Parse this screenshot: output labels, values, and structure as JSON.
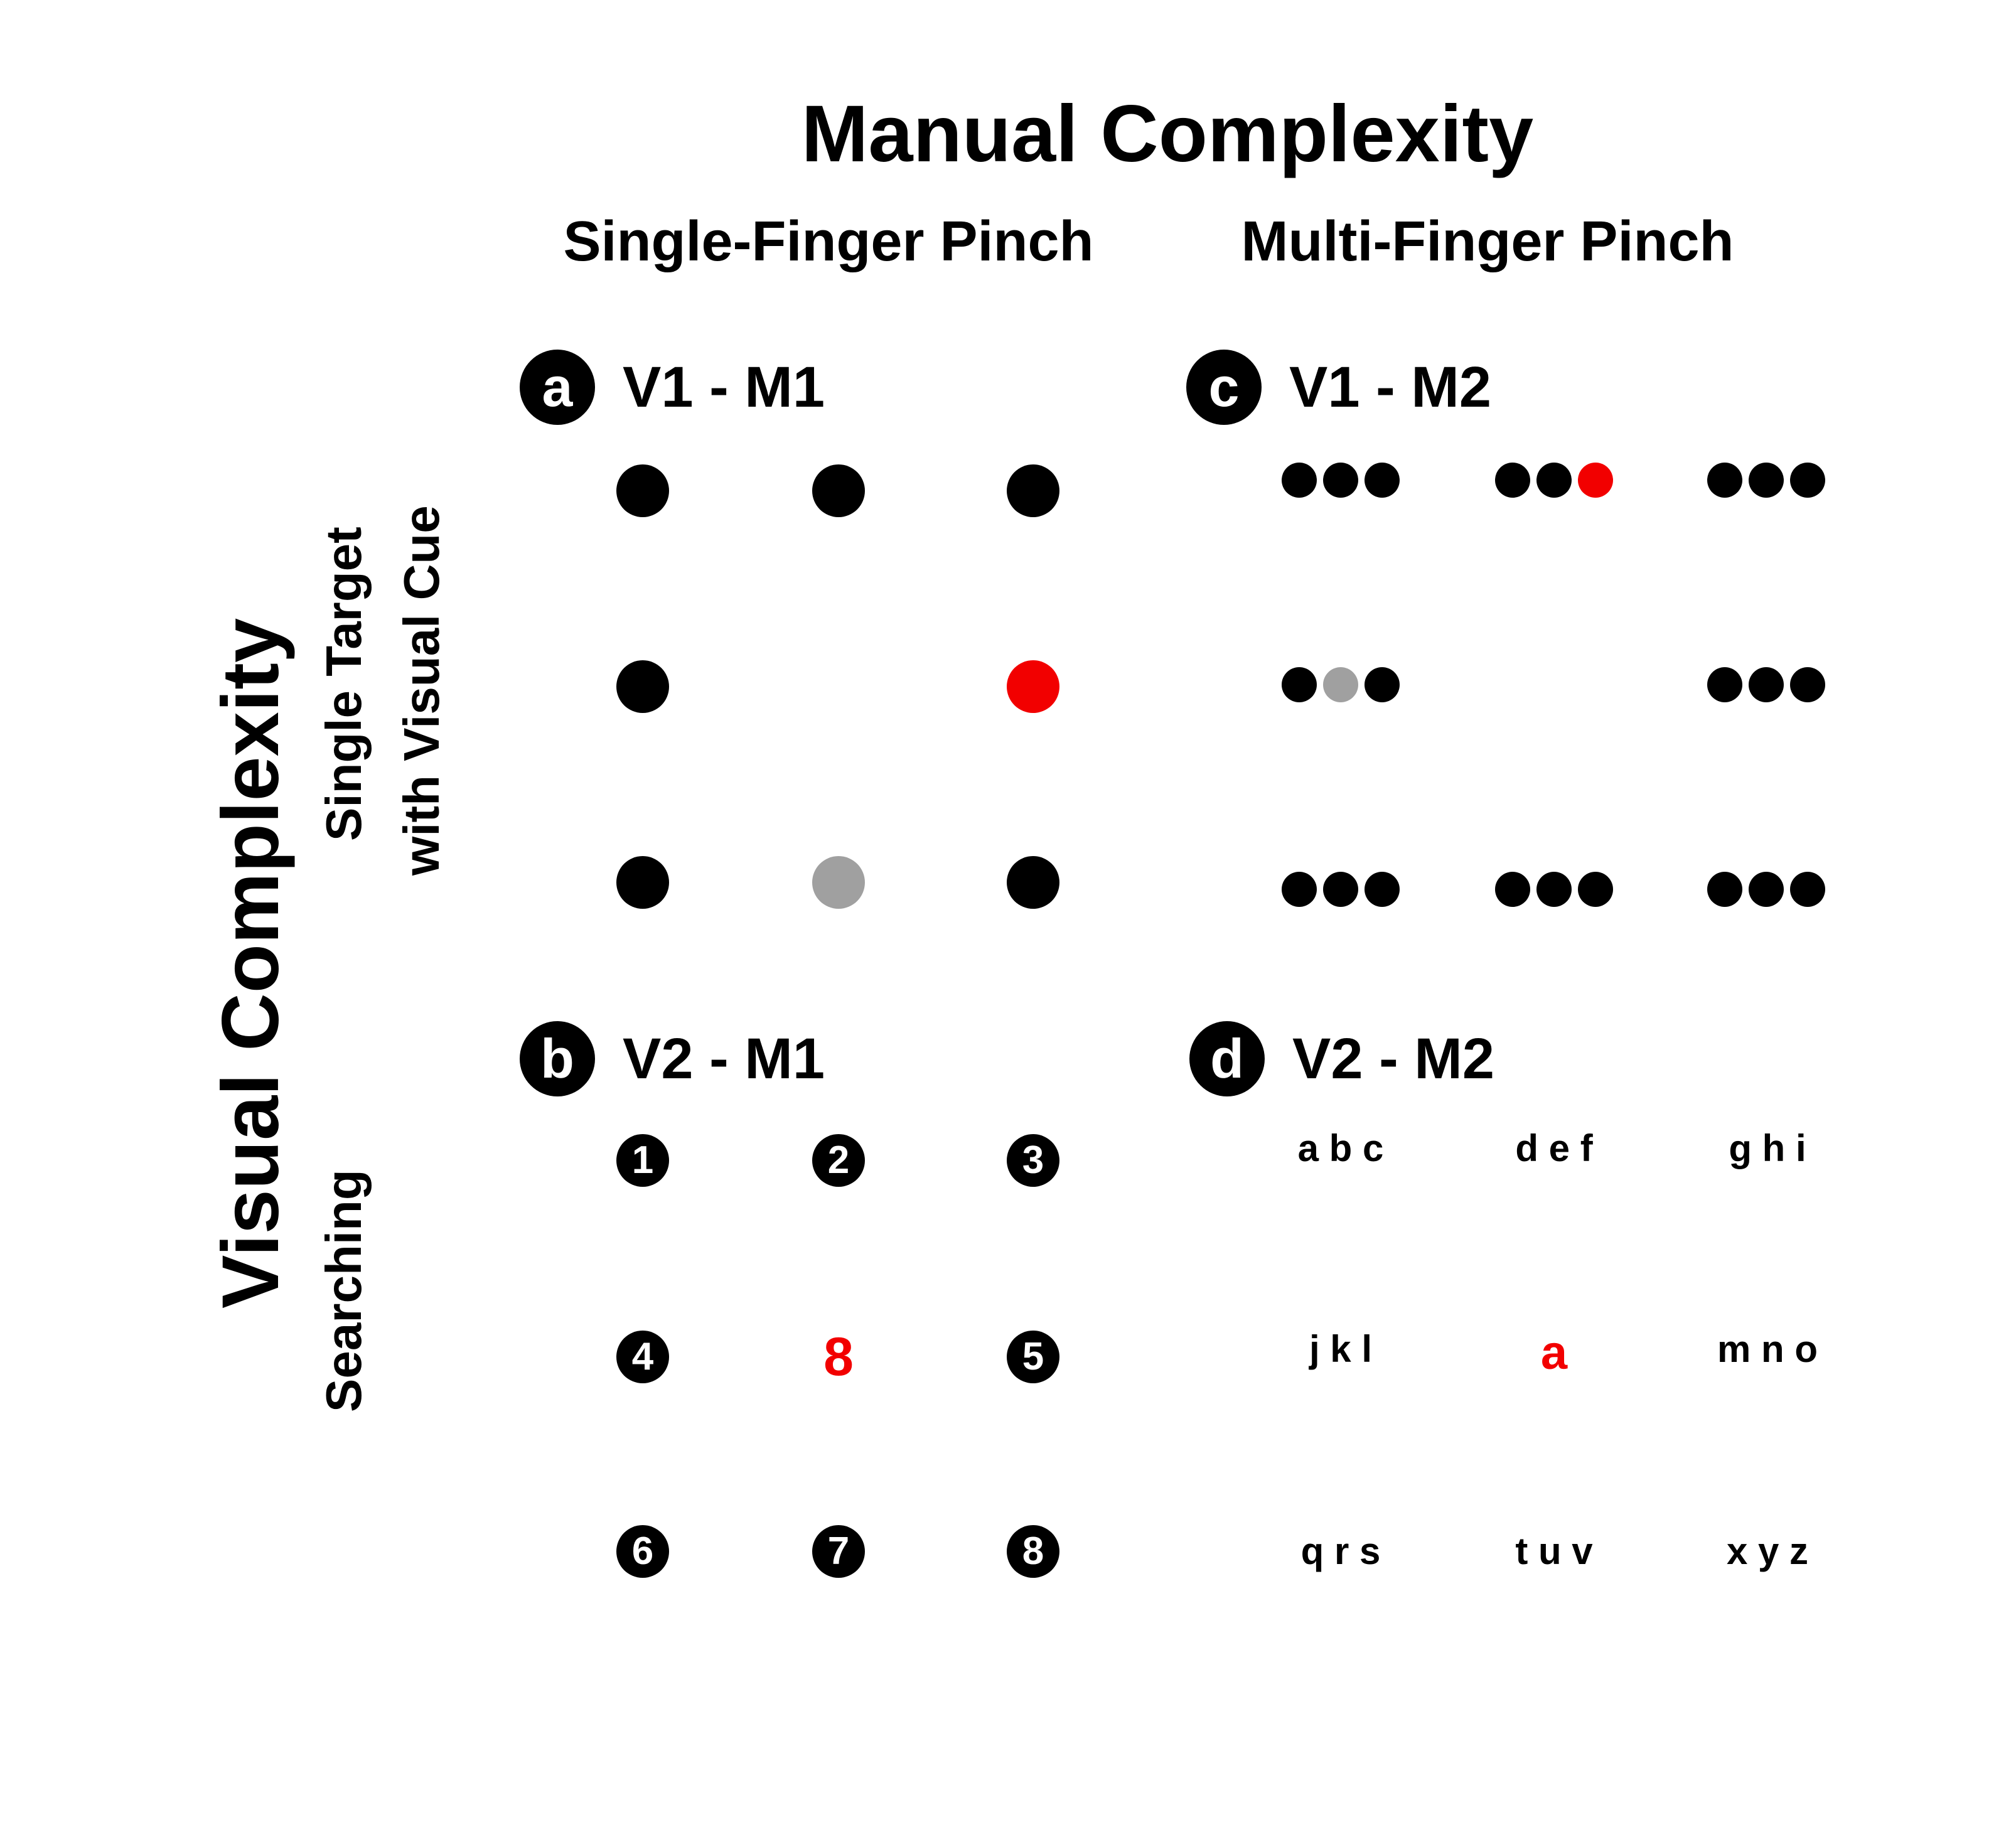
{
  "header": {
    "title": "Manual Complexity",
    "col_left": "Single-Finger Pinch",
    "col_right": "Multi-Finger Pinch"
  },
  "side": {
    "title": "Visual Complexity",
    "row_top_line1": "Single Target",
    "row_top_line2": "with Visual Cue",
    "row_bottom": "Searching"
  },
  "panels": {
    "a": {
      "badge": "a",
      "title": "V1 - M1"
    },
    "b": {
      "badge": "b",
      "title": "V2 - M1"
    },
    "c": {
      "badge": "c",
      "title": "V1 - M2"
    },
    "d": {
      "badge": "d",
      "title": "V2 - M2"
    }
  },
  "colors": {
    "default": "#000000",
    "target": "#f20000",
    "cursor": "#a0a0a0"
  },
  "grid_b": {
    "cells": [
      "1",
      "2",
      "3",
      "4",
      "8",
      "5",
      "6",
      "7",
      "8"
    ],
    "target_index": 4
  },
  "grid_d": {
    "cells": [
      "a b c",
      "d e f",
      "g h i",
      "j k l",
      "a",
      "m n o",
      "q r s",
      "t u v",
      "x y z"
    ],
    "target_index": 4
  }
}
